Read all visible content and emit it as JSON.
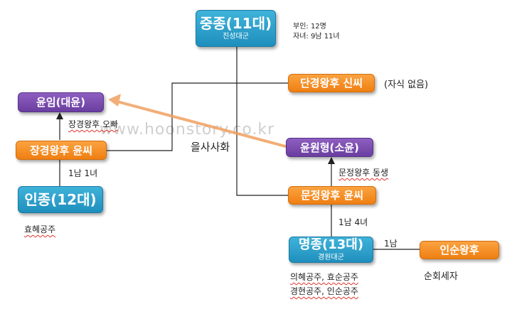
{
  "watermark": "www.hoonstory.co.kr",
  "nodes": {
    "jungjong": {
      "title": "중종(11대)",
      "sub": "진성대군"
    },
    "danggyeong": {
      "title": "단경왕후 신씨"
    },
    "yunim": {
      "title": "윤임(대윤)"
    },
    "janggyeong": {
      "title": "장경왕후 윤씨"
    },
    "injong": {
      "title": "인종(12대)"
    },
    "yunwonhyeong": {
      "title": "윤원형(소윤)"
    },
    "munjeong": {
      "title": "문정왕후 윤씨"
    },
    "myeongjong": {
      "title": "명종(13대)",
      "sub": "경원대군"
    },
    "insun": {
      "title": "인순왕후"
    }
  },
  "notes": {
    "jungjong_wives": "부인: 12명",
    "jungjong_children": "자녀: 9남 11녀",
    "danggyeong_none": "(자식 없음)",
    "yunim_relation": "장경왕후 오빠",
    "janggyeong_children": "1남 1녀",
    "eulsa": "을사사화",
    "injong_daughter": "효혜공주",
    "yunwonhyeong_relation": "문정왕후 동생",
    "munjeong_children": "1남 4녀",
    "myeongjong_son": "1남",
    "insun_son": "순회세자",
    "myeongjong_daughters_1": "의혜공주, 효순공주",
    "myeongjong_daughters_2": "경현공주, 인순공주"
  }
}
